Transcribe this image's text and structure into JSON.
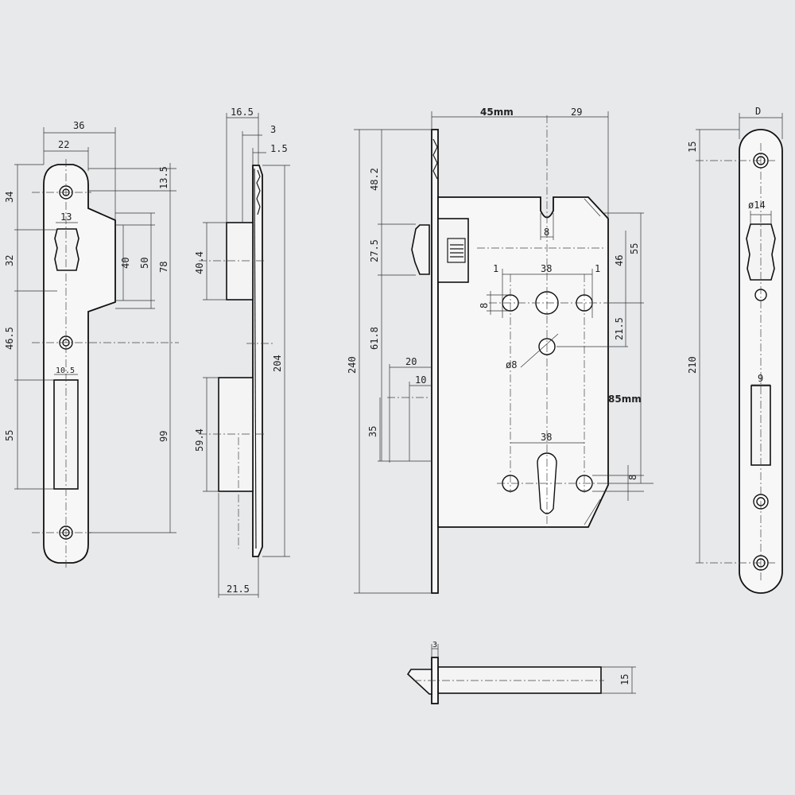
{
  "dims": {
    "p1_w36": "36",
    "p1_w22": "22",
    "p1_34": "34",
    "p1_13_5": "13.5",
    "p1_13": "13",
    "p1_32": "32",
    "p1_40": "40",
    "p1_50": "50",
    "p1_78": "78",
    "p1_46_5": "46.5",
    "p1_10_5": "10.5",
    "p1_55": "55",
    "p1_99": "99",
    "p2_16_5": "16.5",
    "p2_3": "3",
    "p2_1_5": "1.5",
    "p2_40_4": "40.4",
    "p2_204": "204",
    "p2_59_4": "59.4",
    "p2_21_5": "21.5",
    "p3_45mm": "45mm",
    "p3_29": "29",
    "p3_48_2": "48.2",
    "p3_8_slot": "8",
    "p3_27_5": "27.5",
    "p3_1a": "1",
    "p3_38a": "38",
    "p3_1b": "1",
    "p3_46": "46",
    "p3_55": "55",
    "p3_8_hole": "8",
    "p3_21_5": "21.5",
    "p3_61_8": "61.8",
    "p3_240": "240",
    "p3_dia8": "ø8",
    "p3_20": "20",
    "p3_10": "10",
    "p3_85mm": "85mm",
    "p3_35": "35",
    "p3_38b": "38",
    "p3_8_cyl": "8",
    "p4_D": "D",
    "p4_15": "15",
    "p4_dia14": "ø14",
    "p4_210": "210",
    "p4_9": "9",
    "p5_3": "3",
    "p5_15": "15"
  },
  "colors": {
    "background": "#e7e9eb",
    "line": "#1a1a1a",
    "part_fill": "#f4f4f4"
  }
}
